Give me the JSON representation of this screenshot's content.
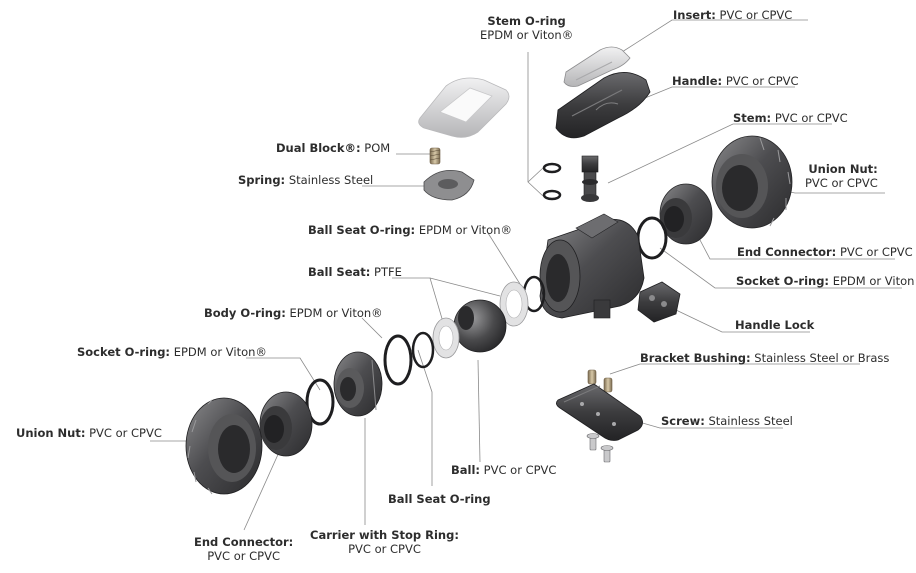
{
  "labels": {
    "stem_oring": {
      "name": "Stem O-ring",
      "material": "EPDM or Viton®"
    },
    "insert": {
      "name": "Insert:",
      "material": "PVC or CPVC"
    },
    "handle": {
      "name": "Handle:",
      "material": "PVC or CPVC"
    },
    "stem": {
      "name": "Stem:",
      "material": "PVC or CPVC"
    },
    "dual_block": {
      "name": "Dual Block®:",
      "material": "POM"
    },
    "spring": {
      "name": "Spring:",
      "material": "Stainless Steel"
    },
    "union_nut_right": {
      "name": "Union Nut:",
      "material": "PVC or CPVC"
    },
    "ball_seat_oring_top": {
      "name": "Ball Seat O-ring:",
      "material": "EPDM or Viton®"
    },
    "end_connector_right": {
      "name": "End Connector:",
      "material": "PVC or CPVC"
    },
    "ball_seat": {
      "name": "Ball Seat:",
      "material": "PTFE"
    },
    "socket_oring_right": {
      "name": "Socket O-ring:",
      "material": "EPDM or Viton®"
    },
    "body_oring": {
      "name": "Body O-ring:",
      "material": "EPDM or Viton®"
    },
    "handle_lock": {
      "name": "Handle Lock",
      "material": ""
    },
    "socket_oring_left": {
      "name": "Socket O-ring:",
      "material": "EPDM or Viton®"
    },
    "bracket_bushing": {
      "name": "Bracket Bushing:",
      "material": "Stainless Steel or Brass"
    },
    "union_nut_left": {
      "name": "Union Nut:",
      "material": "PVC or CPVC"
    },
    "screw": {
      "name": "Screw:",
      "material": "Stainless Steel"
    },
    "ball": {
      "name": "Ball:",
      "material": "PVC or CPVC"
    },
    "ball_seat_oring_bottom": {
      "name": "Ball Seat O-ring",
      "material": ""
    },
    "end_connector_left": {
      "name": "End Connector:",
      "material": "PVC or CPVC"
    },
    "carrier": {
      "name": "Carrier with Stop Ring:",
      "material": "PVC or CPVC"
    }
  },
  "colors": {
    "part_dark": "#3a3a3c",
    "part_mid": "#6b6b6e",
    "part_light": "#b9b9bb",
    "leader": "#8a8a8a",
    "text": "#2d2d2d"
  }
}
